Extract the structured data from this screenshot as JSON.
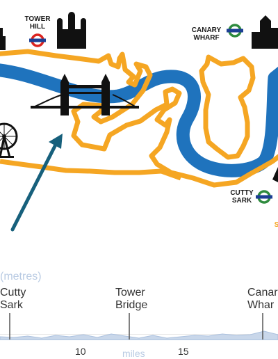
{
  "map": {
    "labels": {
      "tower_hill": "TOWER\nHILL",
      "canary_wharf": "CANARY\nWHARF",
      "cutty_sark": "CUTTY\nSARK",
      "edge_glyph": "S"
    },
    "colors": {
      "river": "#1f73bd",
      "route": "#f5a623",
      "arrow": "#17607c",
      "roundel_red": "#dc241f",
      "roundel_green": "#2e8b3e",
      "roundel_blue": "#1c3f94",
      "landmark": "#111111"
    },
    "icons": [
      "tower-of-london-icon",
      "tower-bridge-icon",
      "london-eye-icon",
      "canary-wharf-towers-icon",
      "tube-roundel-icon"
    ]
  },
  "profile": {
    "title": "(metres)",
    "landmarks": [
      {
        "label": "Cutty\nSark"
      },
      {
        "label": "Tower\nBridge"
      },
      {
        "label": "Canar\nWhar"
      }
    ],
    "axis_label": "miles",
    "ticks": [
      "10",
      "15"
    ],
    "colors": {
      "area": "#c9d7ea",
      "line": "#aac0de",
      "text": "#333333"
    }
  }
}
